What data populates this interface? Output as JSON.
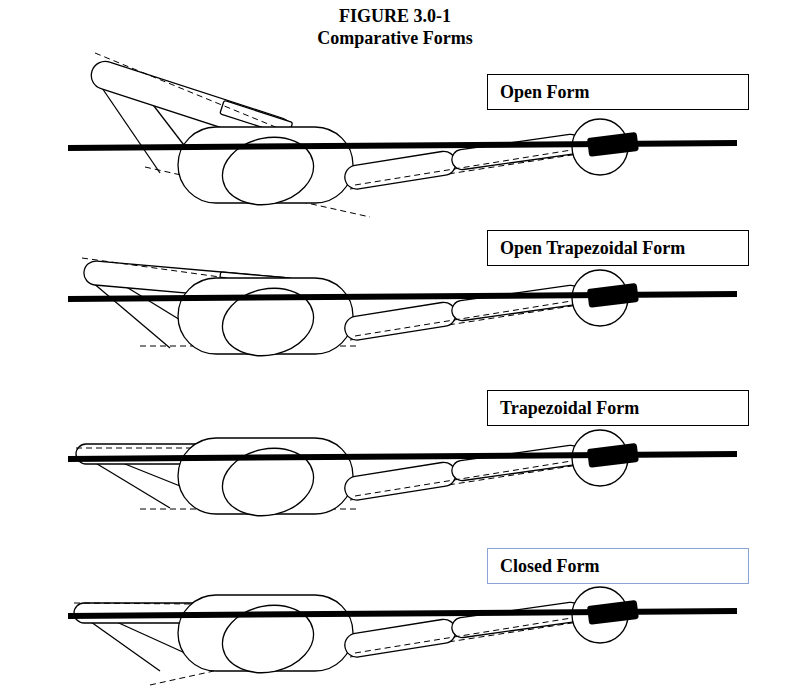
{
  "diagram": {
    "title": "FIGURE 3.0-1 Comparative Forms",
    "nodes": [
      {
        "text": [
          "Open Form"
        ]
      },
      {
        "text": [
          "Open Trapezoidal Form"
        ]
      },
      {
        "text": [
          "Trapezoidal Form"
        ]
      },
      {
        "text": [
          "Closed Form"
        ]
      }
    ]
  }
}
